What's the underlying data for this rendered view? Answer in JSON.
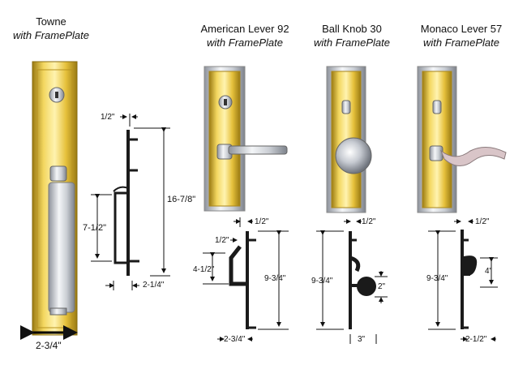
{
  "products": [
    {
      "name": "Towne",
      "subtitle": "with FramePlate"
    },
    {
      "name": "American Lever 92",
      "subtitle": "with FramePlate"
    },
    {
      "name": "Ball Knob 30",
      "subtitle": "with FramePlate"
    },
    {
      "name": "Monaco Lever 57",
      "subtitle": "with FramePlate"
    }
  ],
  "dims": {
    "towne": {
      "top": "1/2\"",
      "height": "16-7/8\"",
      "grip": "7-1/2\"",
      "depth": "2-1/4\"",
      "width": "2-3/4\""
    },
    "american": {
      "top": "1/2\"",
      "lever_top": "1/2\"",
      "lever_h": "4-1/2\"",
      "height": "9-3/4\"",
      "width": "2-3/4\""
    },
    "ball": {
      "top": "1/2\"",
      "height": "9-3/4\"",
      "knob": "2\"",
      "proj": "3\""
    },
    "monaco": {
      "top": "1/2\"",
      "height": "9-3/4\"",
      "lever": "4\"",
      "proj": "2-1/2\""
    }
  },
  "colors": {
    "brass": "#d8b02a",
    "chrome": "#c8ccd4",
    "profile": "#1a1a1a"
  }
}
